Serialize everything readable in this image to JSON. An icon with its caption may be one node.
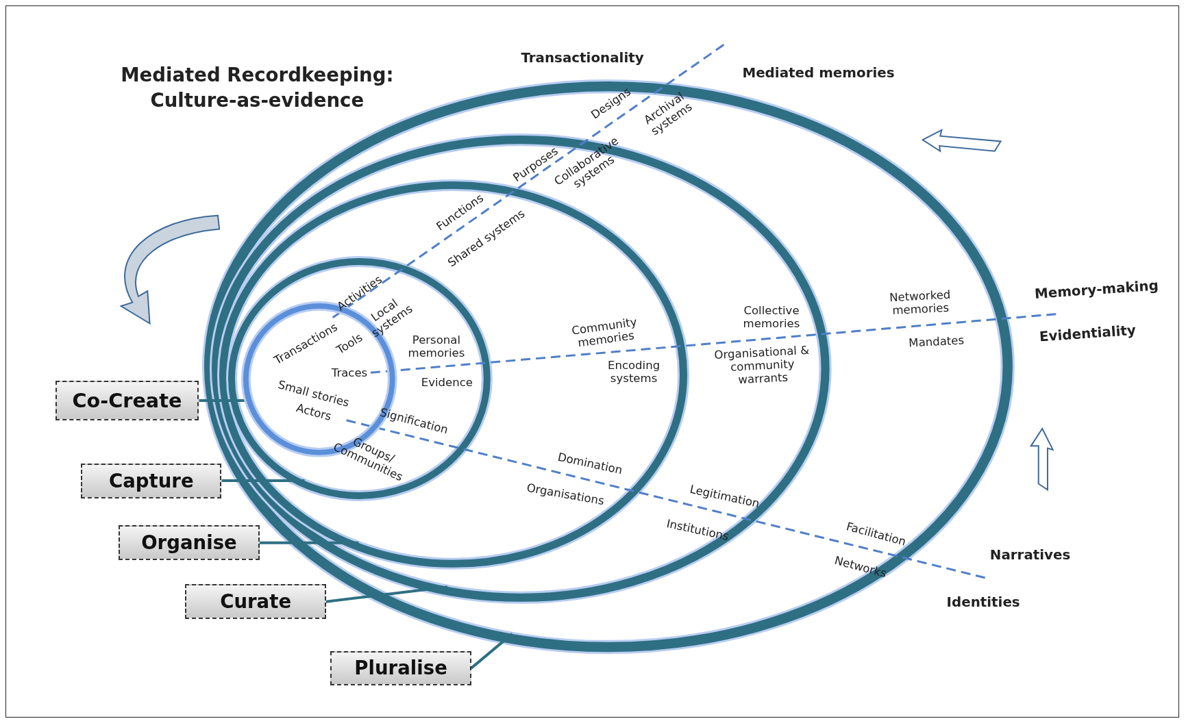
{
  "diagram": {
    "title": "Mediated Recordkeeping: Culture-as-evidence",
    "nodes": [
      {
        "text": [
          "Transactions",
          "Tools",
          "Traces",
          "Small stories",
          "Actors"
        ],
        "in": 1
      },
      {
        "text": [
          "Activities",
          "Local systems",
          "Personal memories",
          "Evidence",
          "Signification",
          "Groups/ Communities"
        ],
        "in": 2
      },
      {
        "text": [
          "Functions",
          "Shared systems",
          "Community memories",
          "Encoding systems",
          "Domination",
          "Organisations"
        ],
        "in": 3
      },
      {
        "text": [
          "Purposes",
          "Collaborative systems",
          "Collective memories",
          "Organisational & community warrants",
          "Legitimation",
          "Institutions"
        ],
        "in": 4
      },
      {
        "text": [
          "Designs",
          "Archival systems",
          "Networked memories",
          "Mandates",
          "Facilitation",
          "Networks"
        ]
      },
      {
        "text": [
          "Co-Create"
        ]
      },
      {
        "text": [
          "Capture"
        ]
      },
      {
        "text": [
          "Organise"
        ]
      },
      {
        "text": [
          "Curate"
        ]
      },
      {
        "text": [
          "Pluralise"
        ]
      }
    ],
    "edges": [
      {
        "from": 5,
        "to": 0,
        "arrow": "none"
      },
      {
        "from": 6,
        "to": 1,
        "arrow": "none"
      },
      {
        "from": 7,
        "to": 2,
        "arrow": "none"
      },
      {
        "from": 8,
        "to": 3,
        "arrow": "none"
      },
      {
        "from": 9,
        "to": 4,
        "arrow": "none"
      }
    ],
    "labels": [
      "Transactionality",
      "Mediated memories",
      "Memory-making",
      "Evidentiality",
      "Narratives",
      "Identities"
    ]
  }
}
